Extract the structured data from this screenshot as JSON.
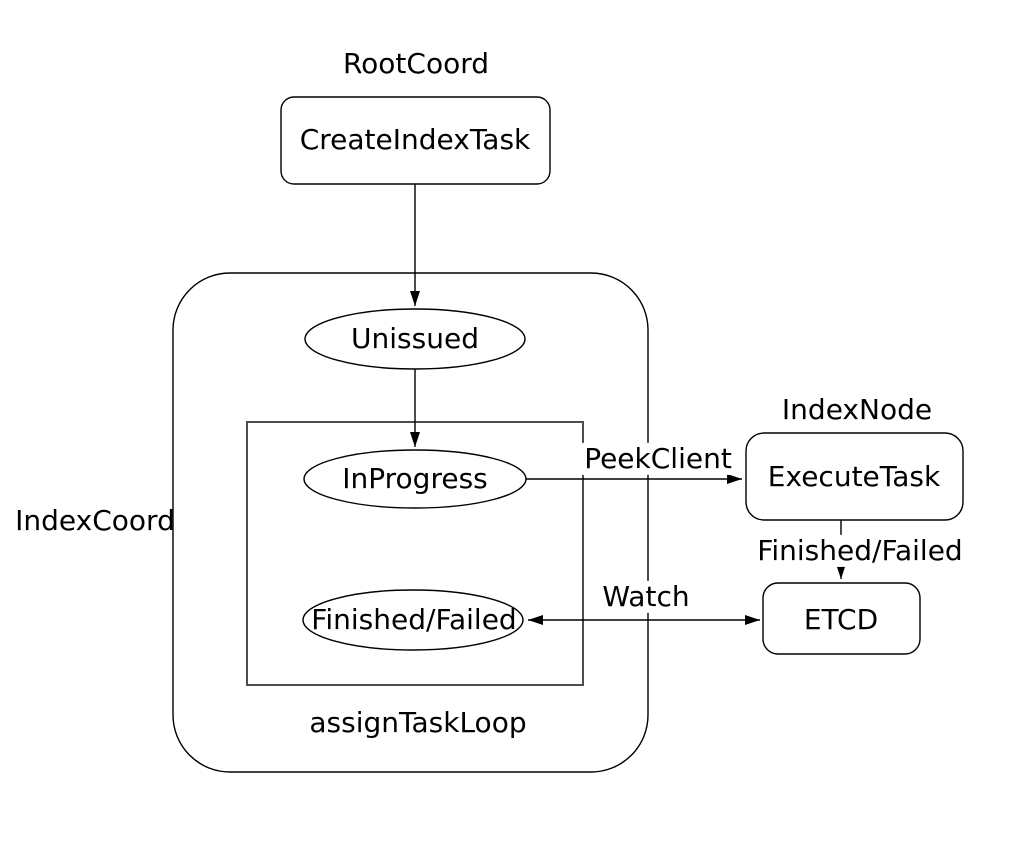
{
  "diagram": {
    "background": "#ffffff",
    "stroke_color": "#000000",
    "inner_box_stroke": "#4d4d4d",
    "text_color": "#000000",
    "groups": {
      "root_coord": {
        "label": "RootCoord"
      },
      "index_coord": {
        "label": "IndexCoord"
      },
      "index_node": {
        "label": "IndexNode"
      },
      "assign_task_loop": {
        "label": "assignTaskLoop"
      }
    },
    "nodes": {
      "create_index_task": {
        "label": "CreateIndexTask",
        "shape": "rounded-rect"
      },
      "unissued": {
        "label": "Unissued",
        "shape": "ellipse"
      },
      "in_progress": {
        "label": "InProgress",
        "shape": "ellipse"
      },
      "finished_failed": {
        "label": "Finished/Failed",
        "shape": "ellipse"
      },
      "execute_task": {
        "label": "ExecuteTask",
        "shape": "rounded-rect"
      },
      "etcd": {
        "label": "ETCD",
        "shape": "rounded-rect"
      }
    },
    "edges": {
      "create_to_unissued": {
        "label": "",
        "from": "create_index_task",
        "to": "unissued"
      },
      "unissued_to_in_progress": {
        "label": "",
        "from": "unissued",
        "to": "in_progress"
      },
      "peek_client": {
        "label": "PeekClient",
        "from": "in_progress",
        "to": "execute_task"
      },
      "finished_failed": {
        "label": "Finished/Failed",
        "from": "execute_task",
        "to": "etcd"
      },
      "watch": {
        "label": "Watch",
        "from": "finished_failed",
        "to": "etcd",
        "bidirectional": true
      }
    }
  }
}
